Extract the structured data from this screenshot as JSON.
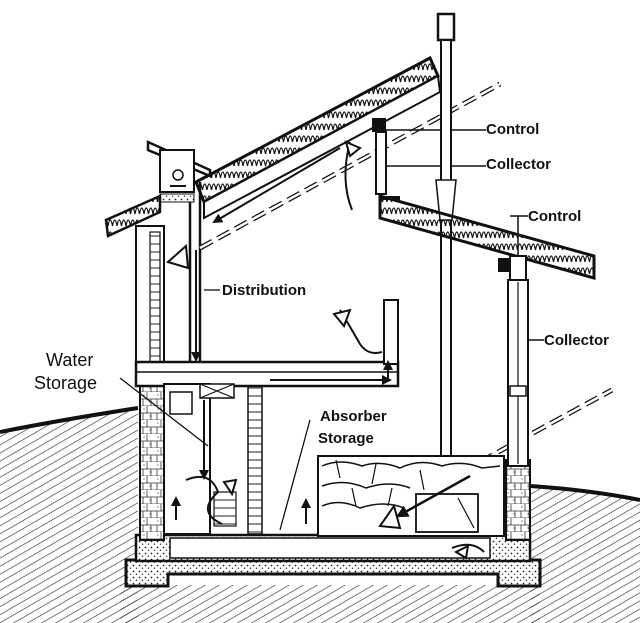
{
  "labels": {
    "control_top": "Control",
    "collector_top": "Collector",
    "control_right": "Control",
    "distribution": "Distribution",
    "collector_right": "Collector",
    "water_storage_line1": "Water",
    "water_storage_line2": "Storage",
    "absorber_storage_line1": "Absorber",
    "absorber_storage_line2": "Storage"
  },
  "colors": {
    "ink": "#111111",
    "paper": "#ffffff",
    "hatch": "#333333"
  }
}
